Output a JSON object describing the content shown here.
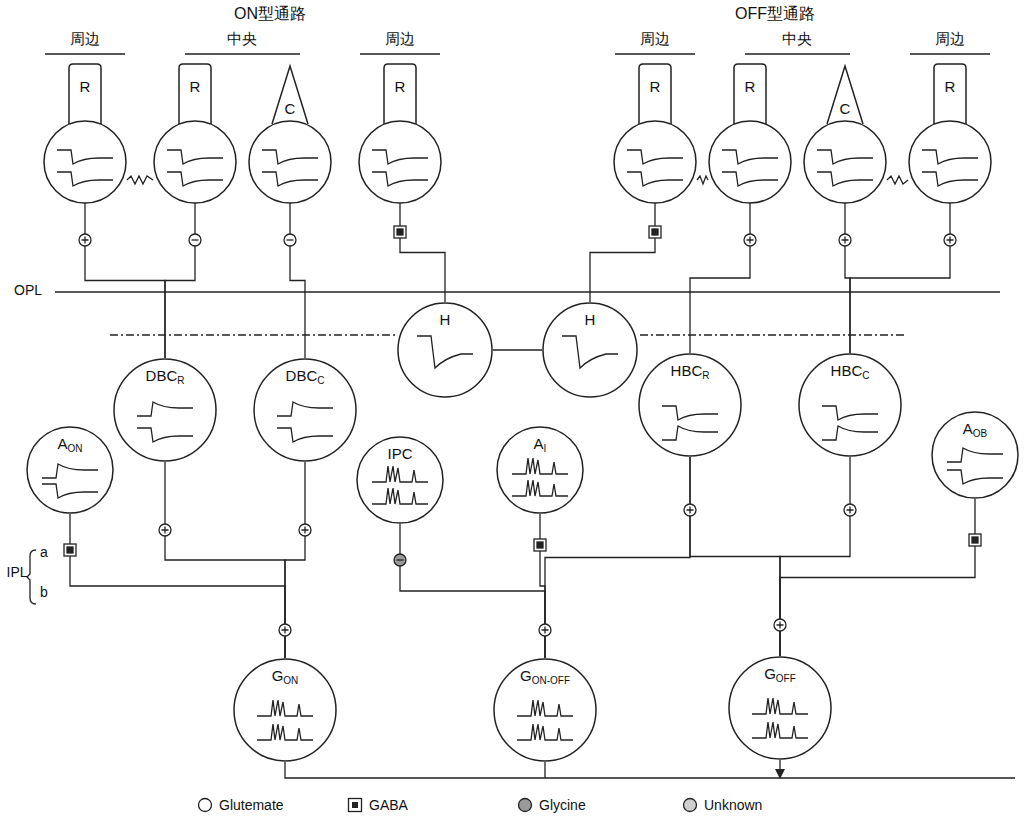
{
  "diagram": {
    "nodes": [
      {
        "text": [
          "R"
        ]
      },
      {
        "text": [
          "R"
        ]
      },
      {
        "text": [
          "C"
        ]
      },
      {
        "text": [
          "R"
        ]
      },
      {
        "text": [
          "R"
        ]
      },
      {
        "text": [
          "R"
        ]
      },
      {
        "text": [
          "C"
        ]
      },
      {
        "text": [
          "R"
        ]
      },
      {
        "text": [
          "DBC",
          "R"
        ]
      },
      {
        "text": [
          "DBC",
          "C"
        ]
      },
      {
        "text": [
          "H"
        ]
      },
      {
        "text": [
          "H"
        ]
      },
      {
        "text": [
          "HBC",
          "R"
        ]
      },
      {
        "text": [
          "HBC",
          "C"
        ]
      },
      {
        "text": [
          "A",
          "ON"
        ]
      },
      {
        "text": [
          "IPC"
        ]
      },
      {
        "text": [
          "A",
          "I"
        ]
      },
      {
        "text": [
          "A",
          "OB"
        ]
      },
      {
        "text": [
          "G",
          "ON"
        ]
      },
      {
        "text": [
          "G",
          "ON-OFF"
        ]
      },
      {
        "text": [
          "G",
          "OFF"
        ]
      }
    ],
    "edges": [
      {
        "from": 0,
        "to": 8,
        "arrow": "none"
      },
      {
        "from": 1,
        "to": 8,
        "arrow": "none"
      },
      {
        "from": 2,
        "to": 9,
        "arrow": "none"
      },
      {
        "from": 3,
        "to": 10,
        "arrow": "none"
      },
      {
        "from": 4,
        "to": 11,
        "arrow": "none"
      },
      {
        "from": 5,
        "to": 12,
        "arrow": "none"
      },
      {
        "from": 6,
        "to": 13,
        "arrow": "none"
      },
      {
        "from": 7,
        "to": 13,
        "arrow": "none"
      },
      {
        "from": 10,
        "to": 11,
        "arrow": "none"
      },
      {
        "from": 8,
        "to": 18,
        "arrow": "none"
      },
      {
        "from": 9,
        "to": 18,
        "arrow": "none"
      },
      {
        "from": 14,
        "to": 18,
        "arrow": "none"
      },
      {
        "from": 15,
        "to": 19,
        "arrow": "none"
      },
      {
        "from": 16,
        "to": 19,
        "arrow": "none"
      },
      {
        "from": 12,
        "to": 19,
        "arrow": "none"
      },
      {
        "from": 12,
        "to": 20,
        "arrow": "none"
      },
      {
        "from": 13,
        "to": 20,
        "arrow": "none"
      },
      {
        "from": 17,
        "to": 20,
        "arrow": "none"
      }
    ],
    "labels": [
      "ON型通路",
      "OFF型通路",
      "周边",
      "中央",
      "周边",
      "周边",
      "中央",
      "周边",
      "OPL",
      "IPL",
      "a",
      "b"
    ],
    "legend": [
      {
        "text": "Glutemate",
        "color": "#ffffff"
      },
      {
        "text": "GABA"
      },
      {
        "text": "Glycine",
        "color": "#9a9a9a"
      },
      {
        "text": "Unknown",
        "color": "#cfcfcf"
      }
    ]
  }
}
